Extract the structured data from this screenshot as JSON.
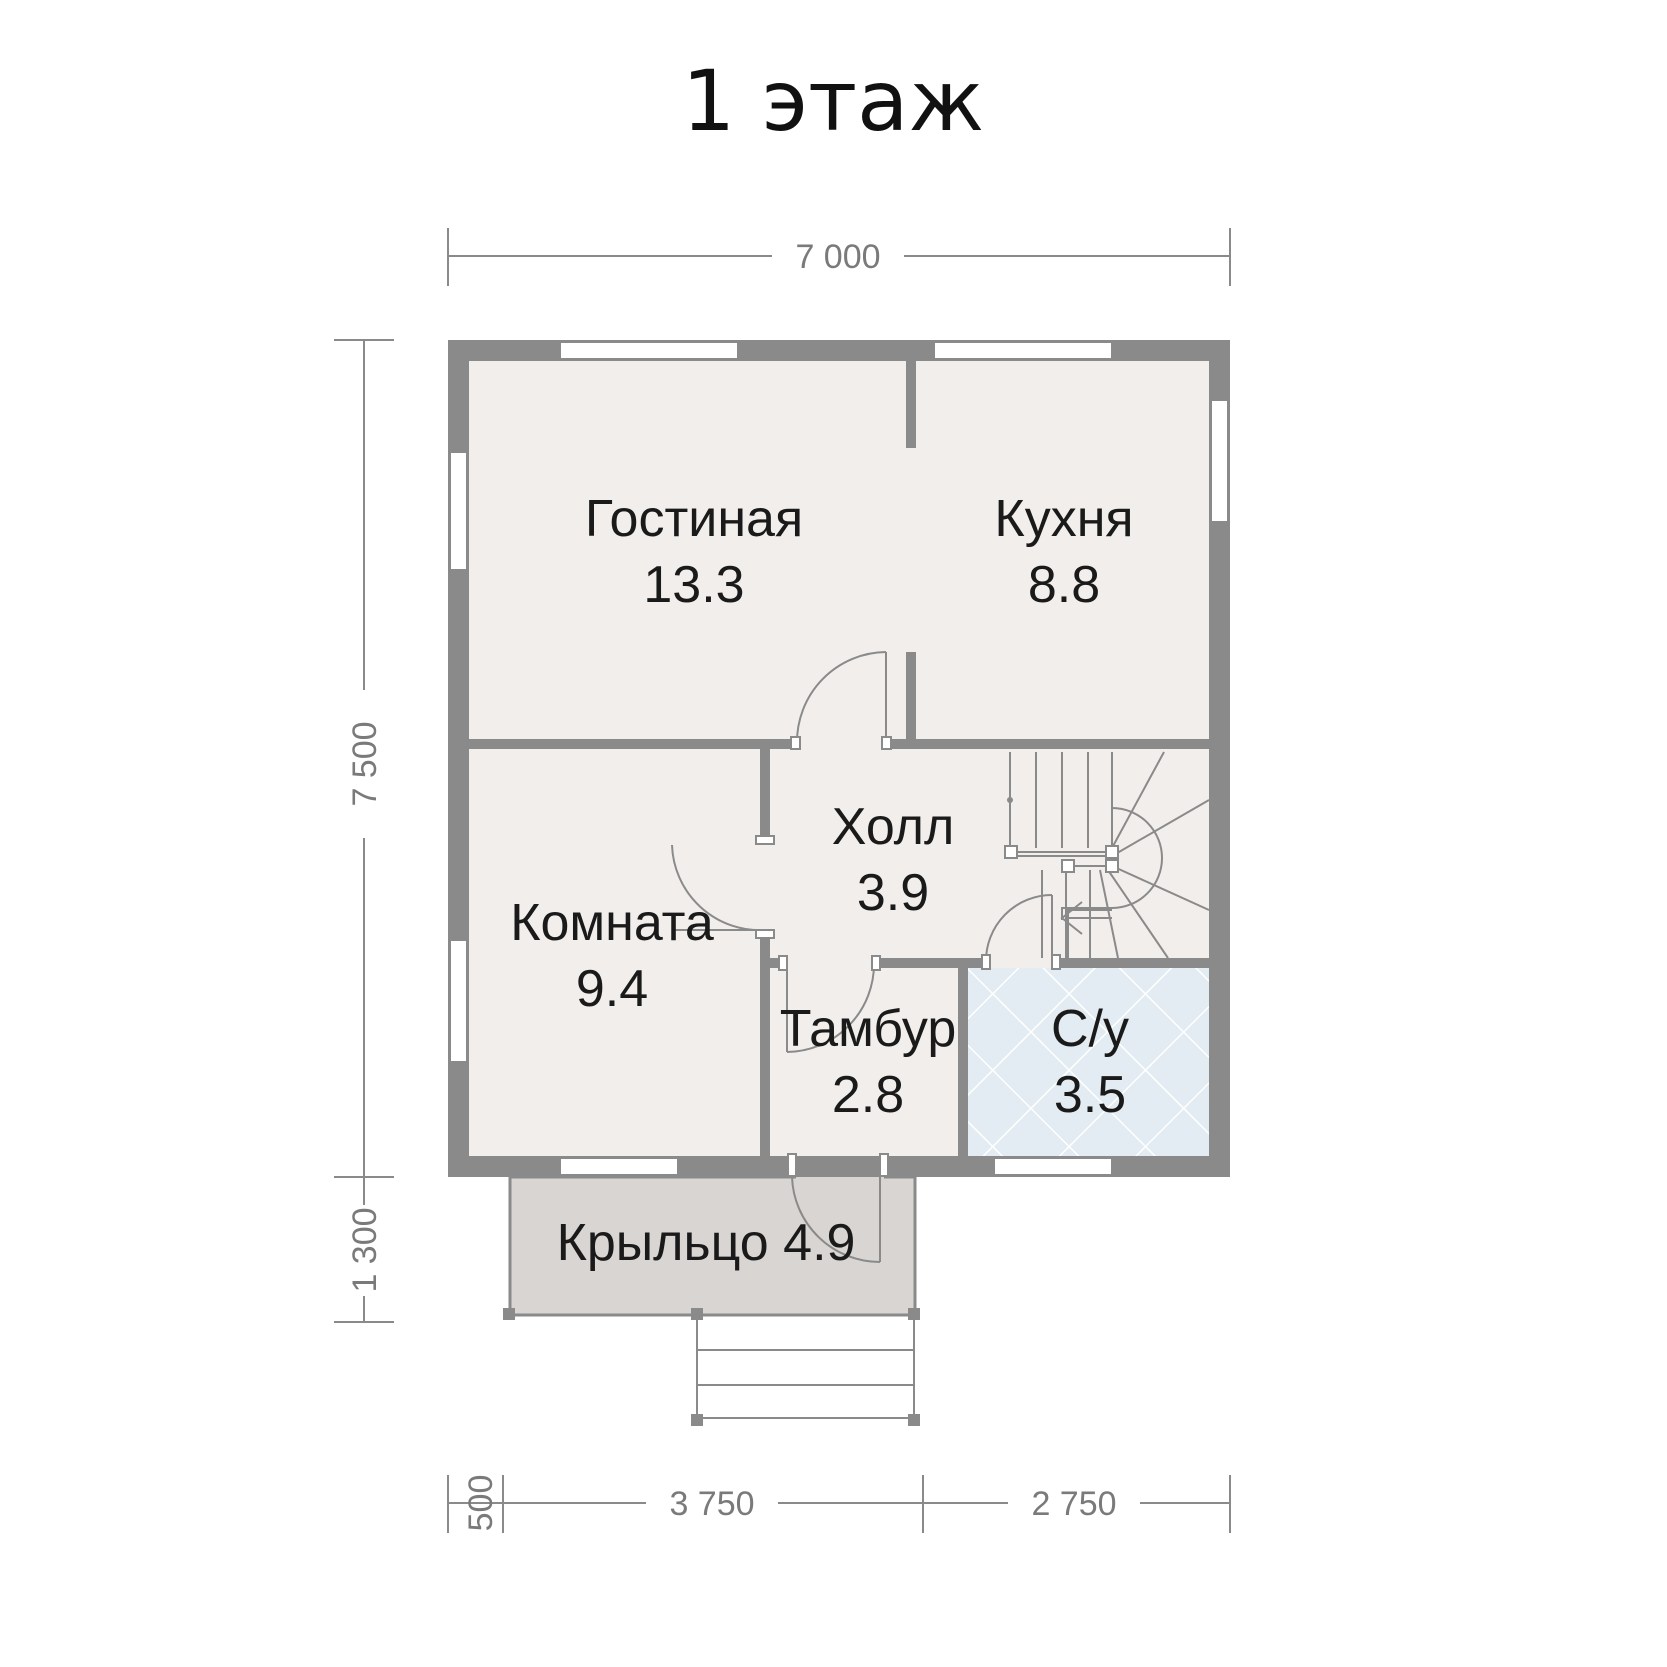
{
  "title": "1 этаж",
  "dimensions": {
    "top": "7 000",
    "left_main": "7 500",
    "left_porch": "1 300",
    "bottom_offset": "500",
    "bottom_left": "3 750",
    "bottom_right": "2 750"
  },
  "rooms": [
    {
      "name": "Гостиная",
      "area": "13.3"
    },
    {
      "name": "Кухня",
      "area": "8.8"
    },
    {
      "name": "Холл",
      "area": "3.9"
    },
    {
      "name": "Комната",
      "area": "9.4"
    },
    {
      "name": "Тамбур",
      "area": "2.8"
    },
    {
      "name": "С/у",
      "area": "3.5"
    },
    {
      "name": "Крыльцо 4.9",
      "area": ""
    }
  ],
  "colors": {
    "wall": "#8a8a8a",
    "floor": "#f2eeec",
    "bathroom_tile": "#e2ecf2",
    "porch": "#d9d5d3"
  }
}
